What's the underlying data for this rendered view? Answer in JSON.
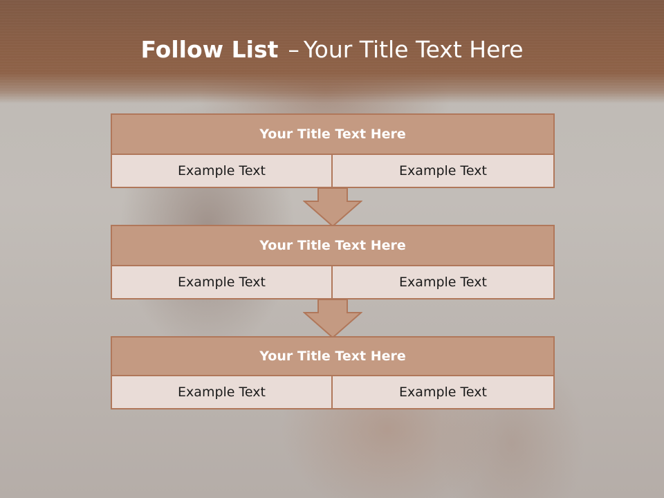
{
  "slide": {
    "title_bold": "Follow List",
    "title_sep": "–",
    "title_rest": "Your Title Text Here"
  },
  "blocks": [
    {
      "title": "Your Title Text Here",
      "left": "Example Text",
      "right": "Example Text"
    },
    {
      "title": "Your Title Text Here",
      "left": "Example Text",
      "right": "Example Text"
    },
    {
      "title": "Your Title Text Here",
      "left": "Example Text",
      "right": "Example Text"
    }
  ],
  "colors": {
    "header": "#8a5f46",
    "block_title": "#c49a82",
    "block_cell": "#e9dcd7",
    "border": "#b0775a"
  },
  "icons": [
    "down-arrow-icon",
    "down-arrow-icon"
  ]
}
